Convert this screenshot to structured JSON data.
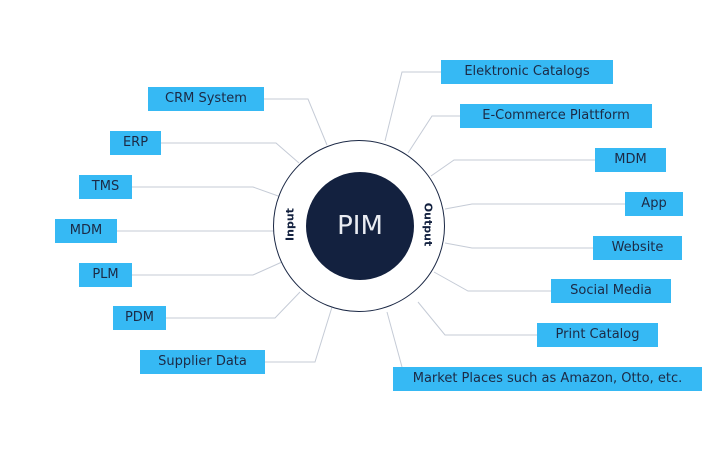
{
  "center": {
    "label": "PIM"
  },
  "ring": {
    "input_label": "Input",
    "output_label": "Output"
  },
  "inputs": [
    {
      "label": "CRM System"
    },
    {
      "label": "ERP"
    },
    {
      "label": "TMS"
    },
    {
      "label": "MDM"
    },
    {
      "label": "PLM"
    },
    {
      "label": "PDM"
    },
    {
      "label": "Supplier Data"
    }
  ],
  "outputs": [
    {
      "label": "Elektronic Catalogs"
    },
    {
      "label": "E-Commerce Plattform"
    },
    {
      "label": "MDM"
    },
    {
      "label": "App"
    },
    {
      "label": "Website"
    },
    {
      "label": "Social Media"
    },
    {
      "label": "Print Catalog"
    },
    {
      "label": "Market Places such as Amazon, Otto, etc."
    }
  ],
  "colors": {
    "box": "#36b9f4",
    "core": "#13213f",
    "connector": "#c5cbd6",
    "text": "#1c2a45"
  }
}
